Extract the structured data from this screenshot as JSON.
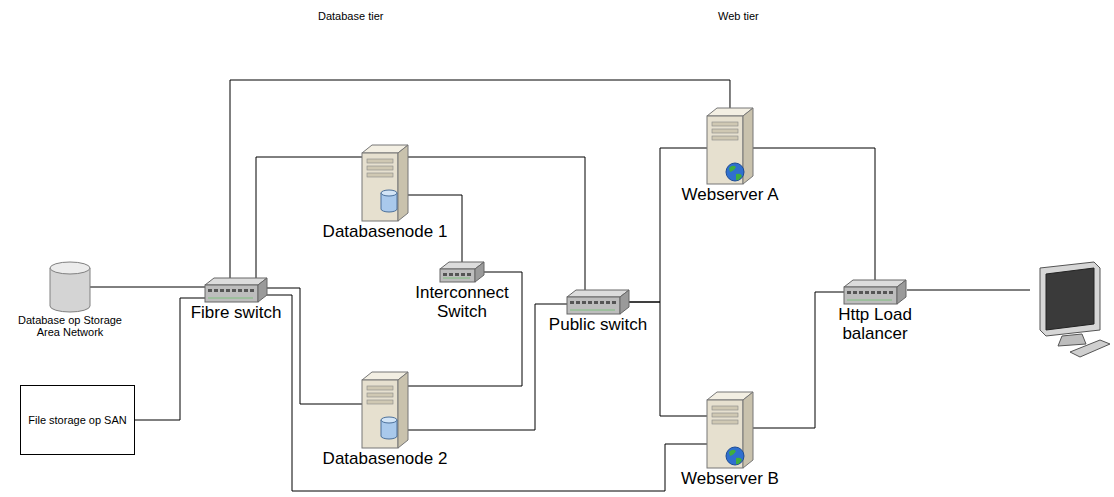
{
  "diagram": {
    "nodes": [
      {
        "text": [
          "Database op Storage Area Network"
        ]
      },
      {
        "text": [
          "File storage op SAN"
        ]
      },
      {
        "text": [
          "Fibre switch"
        ]
      },
      {
        "text": [
          "Databasenode 1"
        ]
      },
      {
        "text": [
          "Interconnect Switch"
        ]
      },
      {
        "text": [
          "Databasenode 2"
        ]
      },
      {
        "text": [
          "Public switch"
        ]
      },
      {
        "text": [
          "Webserver A"
        ]
      },
      {
        "text": [
          "Webserver B"
        ]
      },
      {
        "text": [
          "Http Load balancer"
        ]
      }
    ],
    "edges": [
      {
        "from": 0,
        "to": 2,
        "arrow": "none"
      },
      {
        "from": 1,
        "to": 2,
        "arrow": "none"
      },
      {
        "from": 2,
        "to": 3,
        "arrow": "none"
      },
      {
        "from": 2,
        "to": 5,
        "arrow": "none"
      },
      {
        "from": 2,
        "to": 7,
        "arrow": "none"
      },
      {
        "from": 2,
        "to": 8,
        "arrow": "none"
      },
      {
        "from": 3,
        "to": 4,
        "arrow": "none"
      },
      {
        "from": 5,
        "to": 4,
        "arrow": "none"
      },
      {
        "from": 3,
        "to": 6,
        "arrow": "none"
      },
      {
        "from": 5,
        "to": 6,
        "arrow": "none"
      },
      {
        "from": 6,
        "to": 7,
        "arrow": "none"
      },
      {
        "from": 6,
        "to": 8,
        "arrow": "none"
      },
      {
        "from": 7,
        "to": 9,
        "arrow": "none"
      },
      {
        "from": 8,
        "to": 9,
        "arrow": "none"
      }
    ],
    "labels": [
      "Database tier",
      "Web tier"
    ]
  }
}
